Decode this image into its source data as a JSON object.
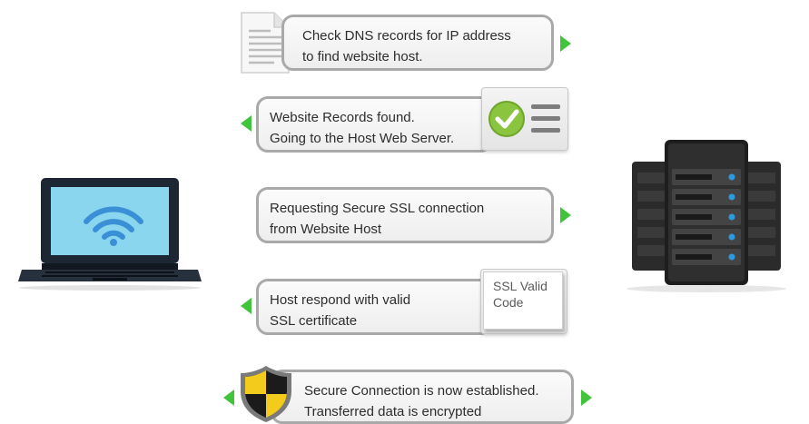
{
  "colors": {
    "arrow": "#41c43b",
    "bubble_border": "#a9a9a9",
    "text": "#2d2d2d",
    "check_green": "#8bc53f",
    "wifi": "#3b8fd6",
    "shield_yellow": "#f2cb1d",
    "server": "#2b2b2b"
  },
  "icons": {
    "document": "document-icon",
    "checklist": "checklist-icon",
    "laptop": "laptop-icon",
    "wifi": "wifi-icon",
    "server": "server-icon",
    "shield": "shield-icon"
  },
  "steps": [
    {
      "line1": "Check DNS records for IP address",
      "line2": "to find website host.",
      "direction": "to-server"
    },
    {
      "line1": "Website Records found.",
      "line2": "Going to the Host Web Server.",
      "direction": "to-client"
    },
    {
      "line1": "Requesting Secure SSL connection",
      "line2": "from Website Host",
      "direction": "to-server"
    },
    {
      "line1": "Host respond with valid",
      "line2": "SSL certificate",
      "direction": "to-client"
    },
    {
      "line1": "Secure Connection is now established.",
      "line2": "Transferred data is encrypted",
      "direction": "both"
    }
  ],
  "ssl_tag": {
    "line1": "SSL Valid",
    "line2": "Code"
  }
}
